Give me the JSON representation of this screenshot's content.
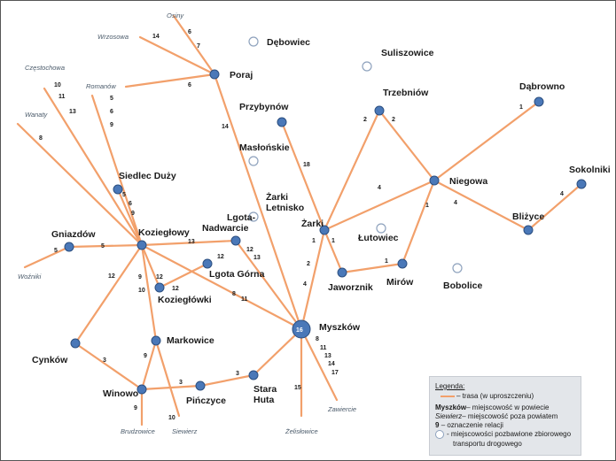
{
  "hub_number": "16",
  "towns": {
    "poraj": "Poraj",
    "debowiec": "Dębowiec",
    "suliszowice": "Suliszowice",
    "trzebniow": "Trzebniów",
    "dabrowno": "Dąbrowno",
    "przybynow": "Przybynów",
    "maslonskie": "Masłońskie",
    "siedlec": "Siedlec Duży",
    "niegowa": "Niegowa",
    "sokolniki": "Sokolniki",
    "zarki_letnisko_1": "Żarki",
    "zarki_letnisko_2": "Letnisko",
    "lgota_nadwarcie_1": "Lgota-",
    "lgota_nadwarcie_2": "Nadwarcie",
    "zarki": "Żarki",
    "blizyce": "Bliżyce",
    "gniazdow": "Gniazdów",
    "koziegłowy": "Koziegłowy",
    "lutowiec": "Łutowiec",
    "lgota_gorna": "Lgota Górna",
    "jaworznik": "Jaworznik",
    "mirow": "Mirów",
    "bobolice": "Bobolice",
    "koziegłowki": "Koziegłówki",
    "myszkow": "Myszków",
    "markowice": "Markowice",
    "cynkow": "Cynków",
    "winowo": "Winowo",
    "pinczyce": "Pińczyce",
    "stara_huta_1": "Stara",
    "stara_huta_2": "Huta"
  },
  "outer_places": {
    "osiny": "Osiny",
    "wrzosowa": "Wrzosowa",
    "czestochowa": "Częstochowa",
    "romanow": "Romanów",
    "wanaty": "Wanaty",
    "wozniki": "Woźniki",
    "zawiercie": "Zawiercie",
    "brudzowice": "Brudzowice",
    "siewierz": "Siewierz",
    "zelislowice": "Żelisłowice"
  },
  "relation_numbers": [
    "6",
    "7",
    "14",
    "6",
    "10",
    "11",
    "13",
    "5",
    "6",
    "9",
    "8",
    "6",
    "5",
    "9",
    "2",
    "2",
    "1",
    "14",
    "18",
    "4",
    "4",
    "4",
    "1",
    "1",
    "1",
    "2",
    "4",
    "5",
    "13",
    "12",
    "12",
    "13",
    "12",
    "12",
    "5",
    "12",
    "10",
    "9",
    "8",
    "11",
    "1",
    "3",
    "9",
    "3",
    "3",
    "10",
    "9",
    "15",
    "8",
    "11",
    "13",
    "14",
    "17"
  ],
  "legend": {
    "title": "Legenda",
    "route_desc": "– trasa (w uproszczeniu)",
    "town_in_county_name": "Myszków",
    "town_in_county_desc": "– miejscowość w powiecie",
    "town_outside_name": "Siewierz",
    "town_outside_desc": "– miejscowość poza powiatem",
    "relation_num": "9",
    "relation_desc": "– oznaczenie relacji",
    "no_transport_desc_1": "- miejscowości pozbawione zbiorowego",
    "no_transport_desc_2": "transportu drogowego"
  },
  "colors": {
    "route": "#f2a06b",
    "node": "#4a78b8",
    "legend_bg": "#e3e6ea"
  }
}
